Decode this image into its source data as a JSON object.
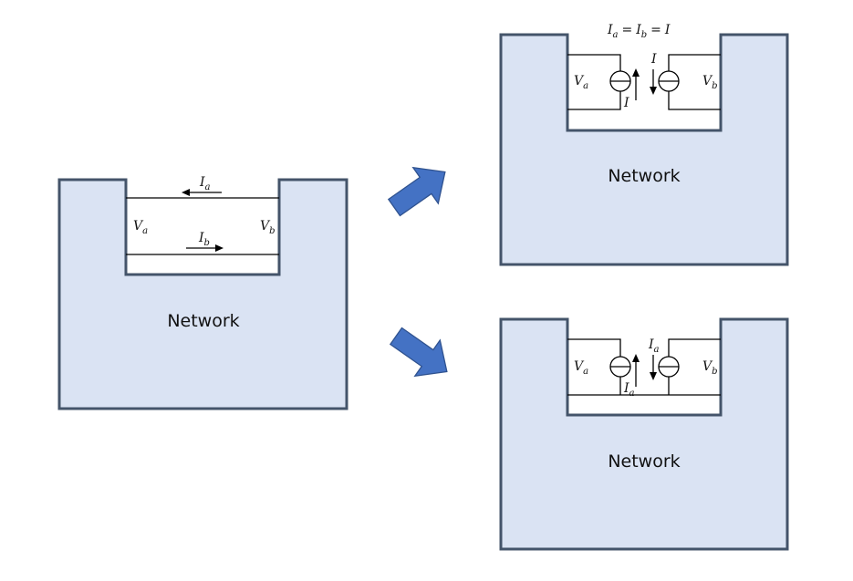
{
  "colors": {
    "network_fill": "#dae3f3",
    "network_stroke": "#44546a",
    "block_arrow": "#4472c4"
  },
  "original": {
    "network_label": "Network",
    "left_voltage": {
      "base": "V",
      "sub": "a"
    },
    "right_voltage": {
      "base": "V",
      "sub": "b"
    },
    "top_current": {
      "base": "I",
      "sub": "a",
      "direction": "left"
    },
    "bottom_current": {
      "base": "I",
      "sub": "b",
      "direction": "right"
    }
  },
  "arrows": {
    "upper": {
      "direction": "up-right"
    },
    "lower": {
      "direction": "down-right"
    }
  },
  "top_variant": {
    "network_label": "Network",
    "equation": "I_a = I_b = I",
    "equation_parts": [
      {
        "base": "I",
        "sub": "a"
      },
      {
        "op": "="
      },
      {
        "base": "I",
        "sub": "b"
      },
      {
        "op": "="
      },
      {
        "base": "I",
        "sub": ""
      }
    ],
    "left_voltage": {
      "base": "V",
      "sub": "a"
    },
    "right_voltage": {
      "base": "V",
      "sub": "b"
    },
    "left_source_current": {
      "base": "I",
      "sub": "",
      "direction": "up"
    },
    "right_source_current": {
      "base": "I",
      "sub": "",
      "direction": "down"
    }
  },
  "bottom_variant": {
    "network_label": "Network",
    "left_voltage": {
      "base": "V",
      "sub": "a"
    },
    "right_voltage": {
      "base": "V",
      "sub": "b"
    },
    "left_source_current": {
      "base": "I",
      "sub": "a",
      "direction": "up"
    },
    "right_source_current": {
      "base": "I",
      "sub": "a",
      "direction": "down"
    }
  }
}
